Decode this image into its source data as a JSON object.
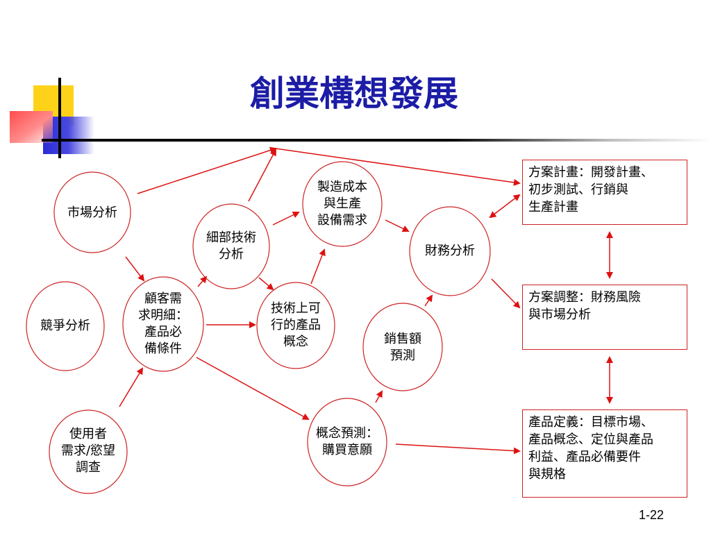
{
  "slide": {
    "title": "創業構想發展",
    "page_number": "1-22"
  },
  "nodes": {
    "market_analysis": "市場分析",
    "competition_analysis": "競爭分析",
    "user_survey": "使用者\n需求/慾望\n調查",
    "customer_requirements": "顧客需\n求明細：\n產品必\n備條件",
    "detail_tech_analysis": "細部技術\n分析",
    "manufacturing_cost": "製造成本\n與生產\n設備需求",
    "feasible_concept": "技術上可\n行的產品\n概念",
    "sales_forecast": "銷售額\n預測",
    "concept_forecast": "概念預測：\n購買意願",
    "financial_analysis": "財務分析"
  },
  "boxes": {
    "plan": "方案計畫：開發計畫、\n初步測試、行銷與\n生產計畫",
    "adjust": "方案調整：財務風險\n與市場分析",
    "product_definition": "產品定義：目標市場、\n產品概念、定位與產品\n利益、產品必備要件\n與規格"
  },
  "colors": {
    "title": "#1c1ca6",
    "node_stroke": "#cc2222",
    "arrow": "#dd1111",
    "deco_yellow": "#ffd21a",
    "deco_blue": "#2b2bd6",
    "deco_red": "#ff5a5a"
  }
}
